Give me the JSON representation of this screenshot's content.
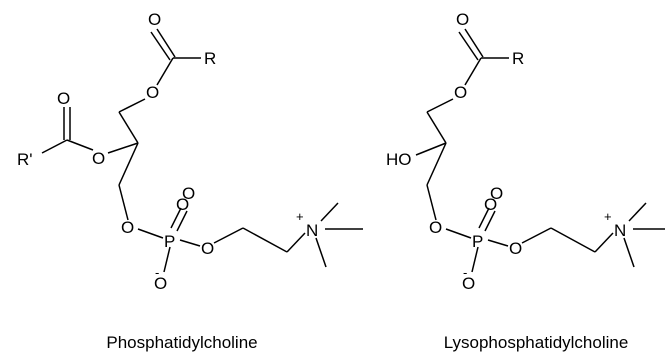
{
  "molecules": [
    {
      "caption": "Phosphatidylcholine",
      "atoms": {
        "o_carbonyl_top": "O",
        "r": "R",
        "o_ester_top": "O",
        "o_carbonyl_left": "O",
        "r_prime": "R'",
        "o_ester_left": "O",
        "o_glycerol_phosphate": "O",
        "p": "P",
        "o_phosphoryl_1": "O",
        "o_phosphoryl_2": "O",
        "o_choline": "O",
        "o_minus": "O",
        "n": "N",
        "plus": "+",
        "minus": "-"
      }
    },
    {
      "caption": "Lysophosphatidylcholine",
      "atoms": {
        "o_carbonyl_top": "O",
        "r": "R",
        "o_ester_top": "O",
        "ho": "HO",
        "o_glycerol_phosphate": "O",
        "p": "P",
        "o_phosphoryl_1": "O",
        "o_phosphoryl_2": "O",
        "o_choline": "O",
        "o_minus": "O",
        "n": "N",
        "plus": "+",
        "minus": "-"
      }
    }
  ]
}
